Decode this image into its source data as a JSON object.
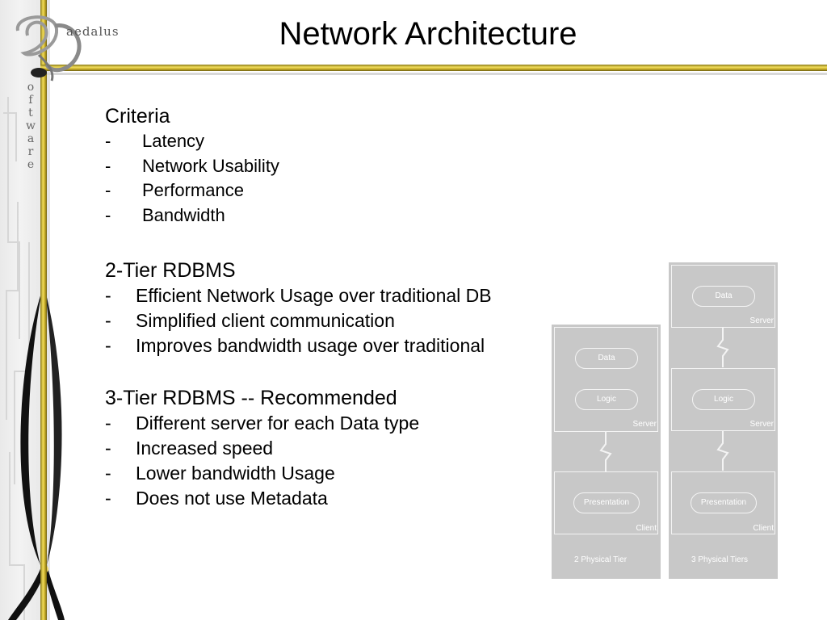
{
  "branding": {
    "company": "aedalus",
    "software_letters": [
      "o",
      "f",
      "t",
      "w",
      "a",
      "r",
      "e"
    ]
  },
  "title": "Network Architecture",
  "sections": [
    {
      "heading": "Criteria",
      "items": [
        "Latency",
        "Network Usability",
        "Performance",
        "Bandwidth"
      ]
    },
    {
      "heading": "2-Tier RDBMS",
      "items": [
        "Efficient Network Usage over traditional DB",
        "Simplified client communication",
        "Improves bandwidth usage over traditional"
      ]
    },
    {
      "heading": "3-Tier RDBMS -- Recommended",
      "items": [
        "Different server for each Data type",
        "Increased speed",
        "Lower bandwidth Usage",
        "Does not use Metadata"
      ]
    }
  ],
  "bullet_marker": "-",
  "diagrams": {
    "two_tier": {
      "data": "Data",
      "logic": "Logic",
      "server": "Server",
      "presentation": "Presentation",
      "client": "Client",
      "caption": "2 Physical Tier"
    },
    "three_tier": {
      "data": "Data",
      "server_top": "Server",
      "logic": "Logic",
      "server_mid": "Server",
      "presentation": "Presentation",
      "client": "Client",
      "caption": "3 Physical Tiers"
    }
  },
  "colors": {
    "gold": "#d4bc3a",
    "diagram_bg": "#c8c8c8",
    "diagram_line": "#f4f4f4"
  }
}
